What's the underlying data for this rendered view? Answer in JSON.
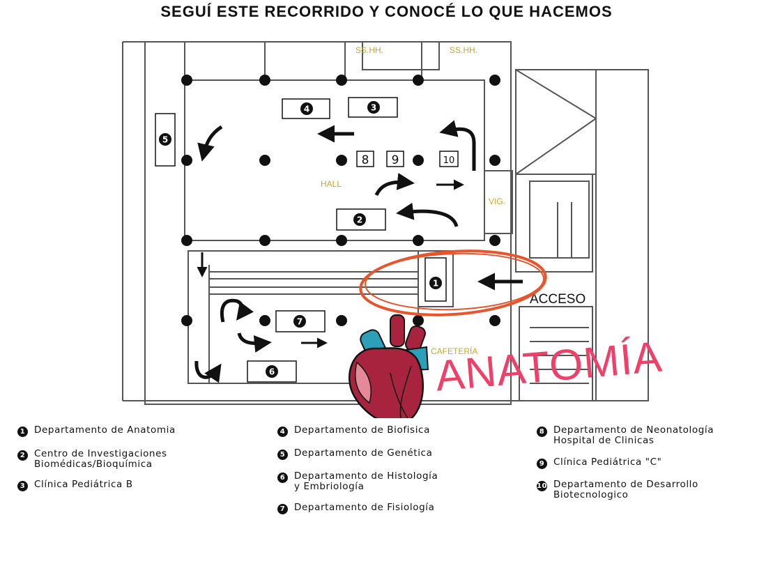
{
  "title": "SEGUÍ ESTE RECORRIDO Y CONOCÉ LO QUE HACEMOS",
  "plan": {
    "labels": {
      "hall": "HALL",
      "vig": "VIG.",
      "cafeteria": "CAFETERÍA",
      "sshh_1": "SS.HH.",
      "sshh_2": "SS.HH.",
      "acceso": "ACCESO"
    },
    "markers": [
      "1",
      "2",
      "3",
      "4",
      "5",
      "6",
      "7",
      "8",
      "9",
      "10"
    ],
    "colors": {
      "walls": "#555555",
      "labels": "#c9a82b",
      "highlight": "#e8542c",
      "heart_red": "#a8243e",
      "heart_blue": "#2ba0b8",
      "anatomia": "#f0406a"
    }
  },
  "sticker": {
    "text": "ANATOMÍA",
    "icon": "heart-anatomy-icon"
  },
  "legend": {
    "col1": [
      {
        "num": "1",
        "text": "Departamento de Anatomia"
      },
      {
        "num": "2",
        "text": "Centro de Investigaciones\nBiomédicas/Bioquímica"
      },
      {
        "num": "3",
        "text": "Clínica Pediátrica B"
      }
    ],
    "col2": [
      {
        "num": "4",
        "text": "Departamento de Biofisica"
      },
      {
        "num": "5",
        "text": "Departamento de Genética"
      },
      {
        "num": "6",
        "text": "Departamento de Histología\ny Embriología"
      },
      {
        "num": "7",
        "text": "Departamento de Fisiología"
      }
    ],
    "col3": [
      {
        "num": "8",
        "text": "Departamento de Neonatología\nHospital de Clinicas"
      },
      {
        "num": "9",
        "text": "Clínica Pediátrica \"C\""
      },
      {
        "num": "10",
        "text": "Departamento de Desarrollo\nBiotecnologico"
      }
    ]
  }
}
